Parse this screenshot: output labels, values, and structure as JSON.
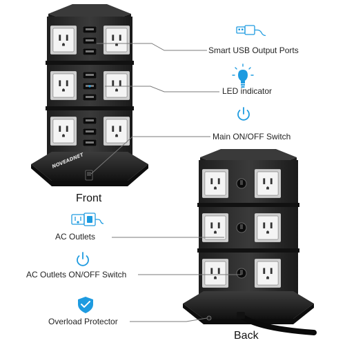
{
  "features": {
    "usb_ports": "Smart USB Output Ports",
    "led": "LED indicator",
    "main_switch": "Main ON/OFF Switch",
    "ac_outlets": "AC Outlets",
    "ac_switch": "AC Outlets ON/OFF Switch",
    "overload": "Overload Protector"
  },
  "views": {
    "front": "Front",
    "back": "Back"
  },
  "brand": "NOVEADNET",
  "icons": [
    "usb-plug-icon",
    "led-bulb-icon",
    "power-icon",
    "ac-plug-icon",
    "power-icon",
    "shield-check-icon"
  ],
  "colors": {
    "accent": "#1e9be0",
    "body": "#2b2b2b",
    "outlet_panel": "#d9d9d9"
  }
}
